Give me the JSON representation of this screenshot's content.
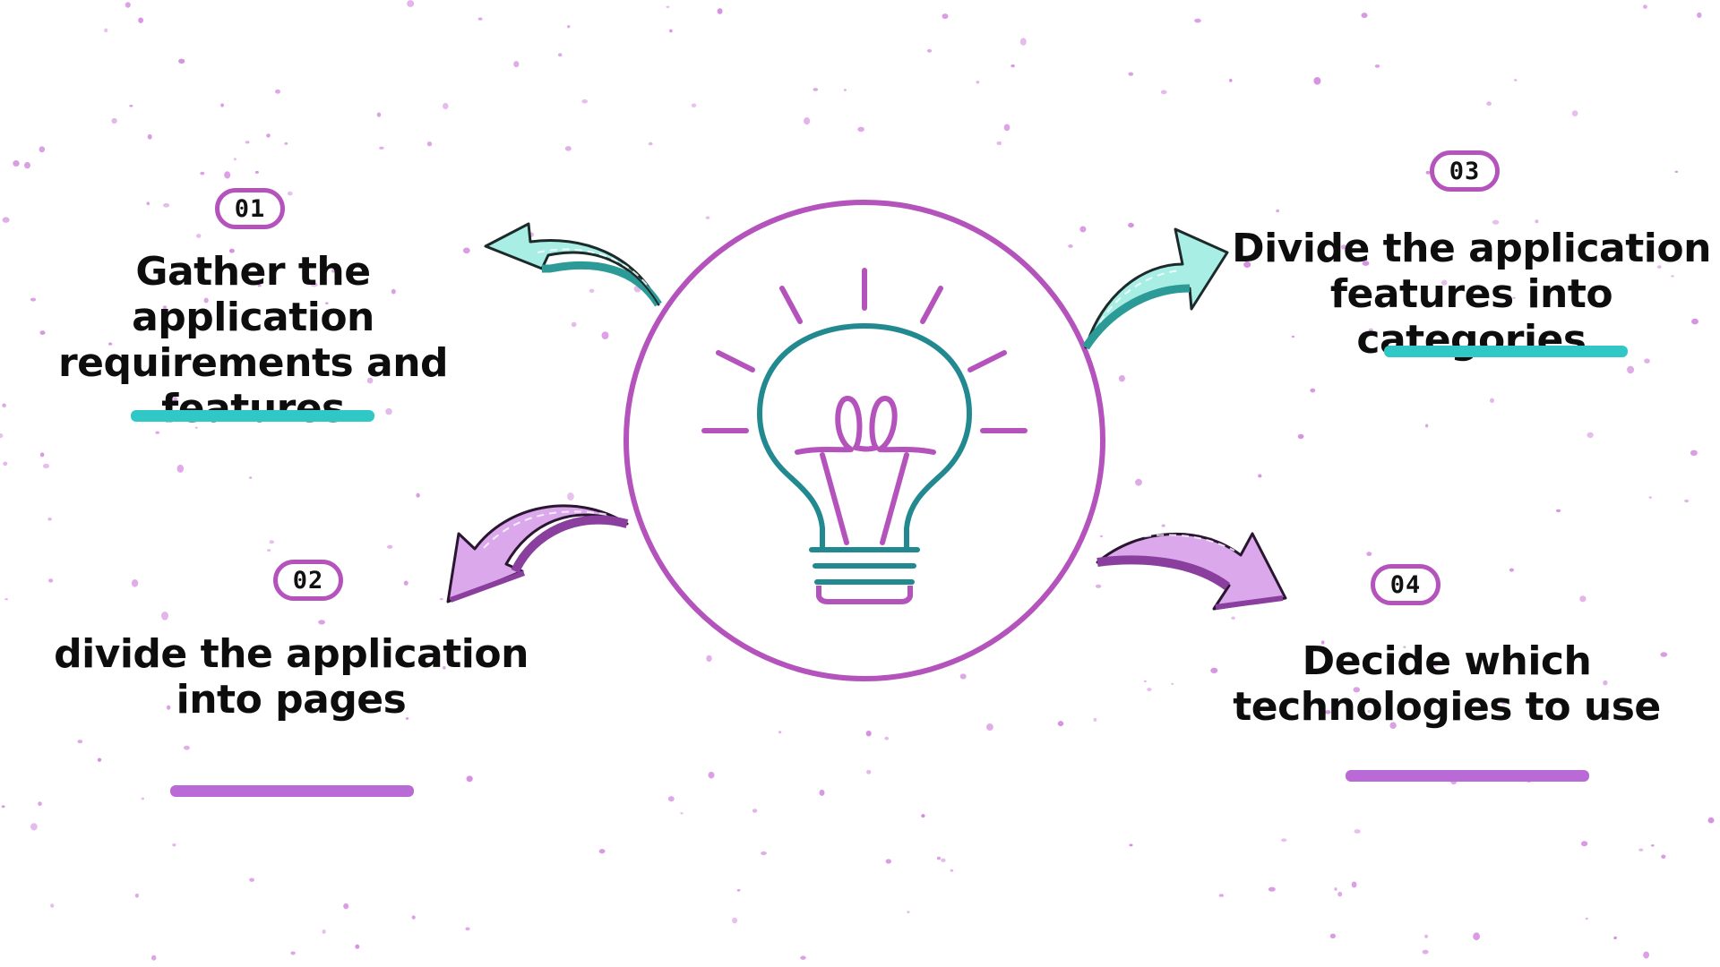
{
  "colors": {
    "background": "#ffffff",
    "purple": "#b553bd",
    "teal": "#21898f",
    "mint_arrow": "#a9eee5",
    "mint_arrow_dark": "#2c9a96",
    "lavender_arrow": "#dba8ec",
    "lavender_arrow_dark": "#8a3f9e",
    "teal_underline": "#2fc8c6",
    "purple_underline": "#b96ad6",
    "speckle": "#d58fe0"
  },
  "center": {
    "icon": "lightbulb-icon"
  },
  "steps": [
    {
      "number": "01",
      "lines": [
        "Gather the application",
        "requirements and",
        "features"
      ],
      "arrow_icon": "curved-arrow-left-up-icon",
      "underline_color": "#2fc8c6"
    },
    {
      "number": "02",
      "lines": [
        "divide the application",
        "into pages"
      ],
      "arrow_icon": "curved-arrow-left-down-icon",
      "underline_color": "#b96ad6"
    },
    {
      "number": "03",
      "lines": [
        "Divide the application",
        "features into categories"
      ],
      "arrow_icon": "curved-arrow-right-up-icon",
      "underline_color": "#2fc8c6"
    },
    {
      "number": "04",
      "lines": [
        "Decide which",
        "technologies to use"
      ],
      "arrow_icon": "curved-arrow-right-down-icon",
      "underline_color": "#b96ad6"
    }
  ]
}
